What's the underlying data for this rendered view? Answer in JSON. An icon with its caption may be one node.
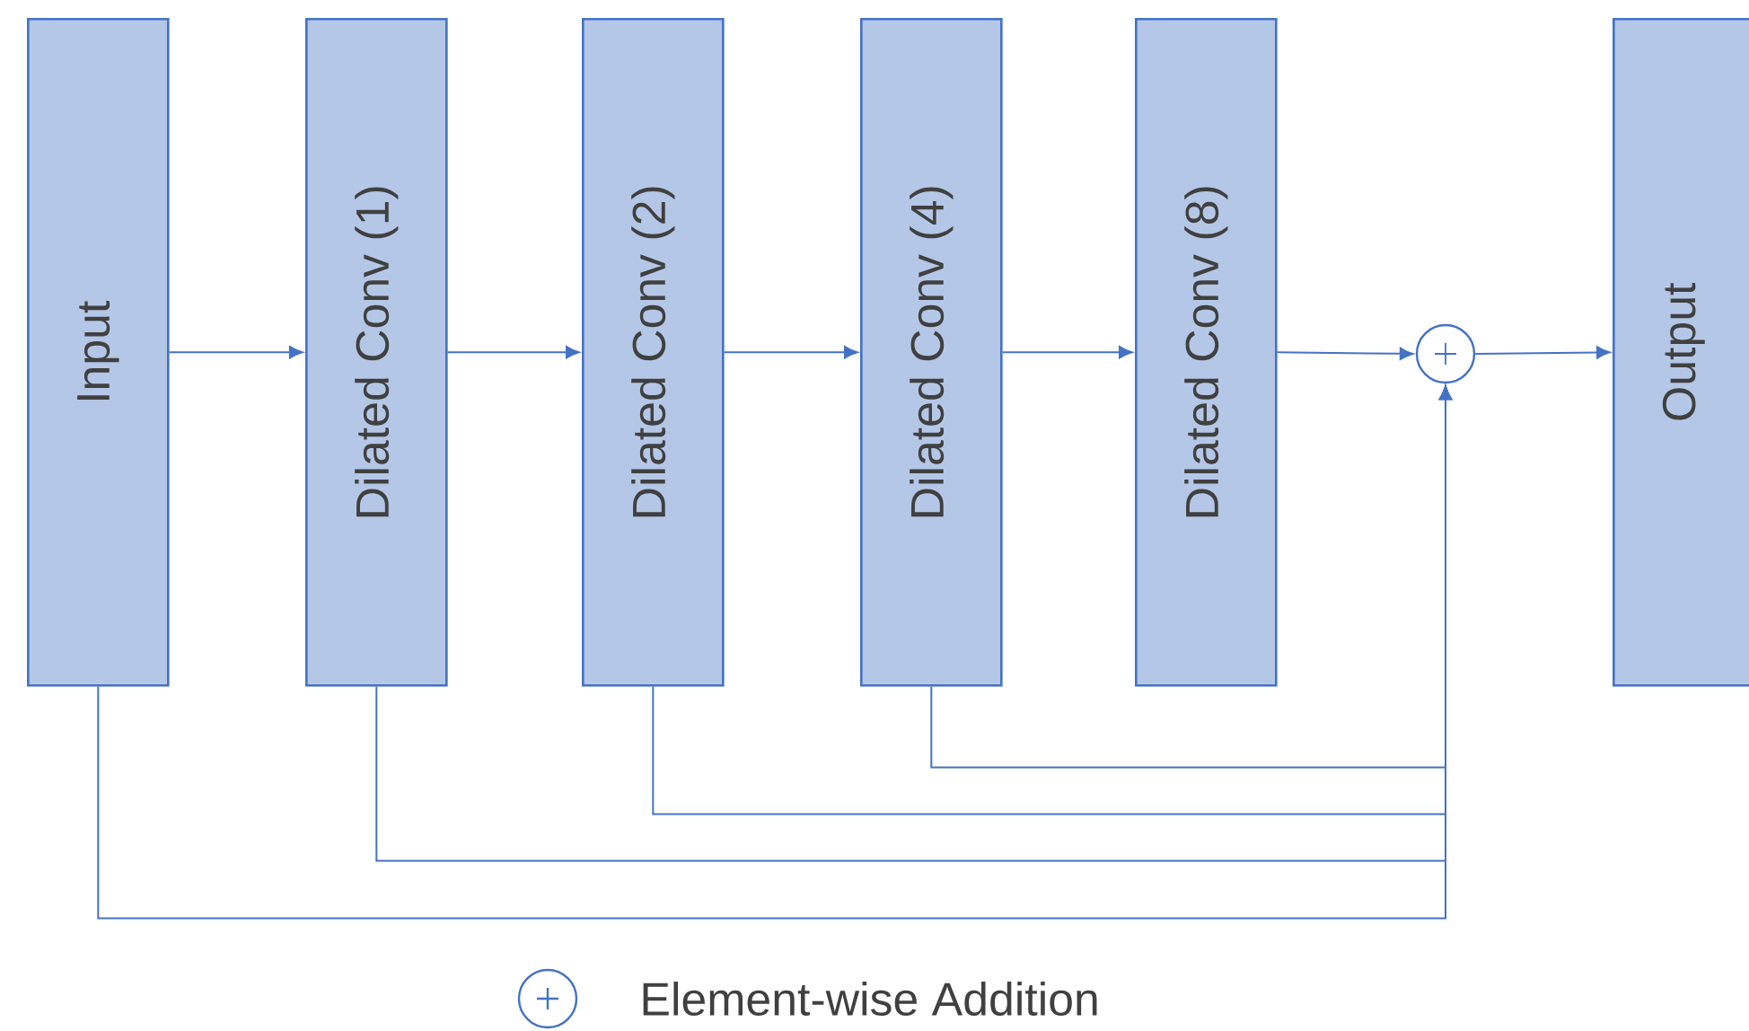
{
  "diagram": {
    "nodes": [
      {
        "text": [
          "Input"
        ]
      },
      {
        "text": [
          "Dilated Conv (1)"
        ]
      },
      {
        "text": [
          "Dilated Conv (2)"
        ]
      },
      {
        "text": [
          "Dilated Conv (4)"
        ]
      },
      {
        "text": [
          "Dilated Conv (8)"
        ]
      },
      {
        "text": [],
        "shape": "circle"
      },
      {
        "text": [
          "Output"
        ]
      }
    ],
    "edges": [
      {
        "from": 0,
        "to": 1,
        "arrow": "to"
      },
      {
        "from": 1,
        "to": 2,
        "arrow": "to"
      },
      {
        "from": 2,
        "to": 3,
        "arrow": "to"
      },
      {
        "from": 3,
        "to": 4,
        "arrow": "to"
      },
      {
        "from": 4,
        "to": 5,
        "arrow": "to"
      },
      {
        "from": 5,
        "to": 6,
        "arrow": "to"
      },
      {
        "from": 3,
        "to": 5,
        "arrow": "to"
      },
      {
        "from": 2,
        "to": 5,
        "arrow": "to"
      },
      {
        "from": 1,
        "to": 5,
        "arrow": "to"
      },
      {
        "from": 0,
        "to": 5,
        "arrow": "to"
      }
    ],
    "legend": [
      {
        "text": "Element-wise Addition"
      }
    ]
  }
}
